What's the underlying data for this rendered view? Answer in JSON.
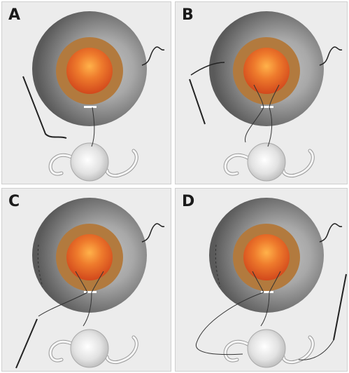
{
  "panels": [
    {
      "id": "A",
      "label": "A"
    },
    {
      "id": "B",
      "label": "B"
    },
    {
      "id": "C",
      "label": "C"
    },
    {
      "id": "D",
      "label": "D"
    }
  ],
  "colors": {
    "background": "#ececec",
    "globe_outer": "#5a5a5a",
    "globe_inner": "#c4c4c4",
    "iris_ring": "#b27a3e",
    "pupil_core": "#f59a3a",
    "pupil_edge": "#d8521e",
    "iol_haptic": "#f7f7f7",
    "iol_optic": "#ffffff",
    "suture": "#333333"
  }
}
